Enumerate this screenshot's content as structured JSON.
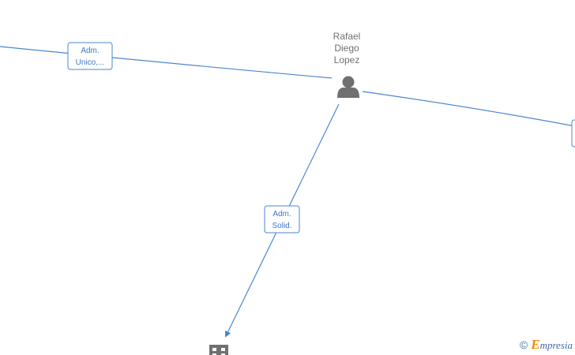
{
  "person": {
    "name_lines": [
      "Rafael",
      "Diego",
      "Lopez"
    ],
    "icon": "person-icon"
  },
  "edges": [
    {
      "label_lines": [
        "Adm.",
        "Unico,..."
      ]
    },
    {
      "label_lines": [
        "Adm.",
        "Solid."
      ]
    }
  ],
  "company": {
    "icon": "building-icon"
  },
  "watermark": {
    "symbol": "©",
    "brand_initial": "E",
    "brand_rest": "mpresia"
  },
  "colors": {
    "edge": "#4a86d0",
    "label_text": "#3a78c8",
    "node_icon": "#707070",
    "brand_orange": "#f08a00",
    "brand_blue": "#3f6aa8"
  }
}
